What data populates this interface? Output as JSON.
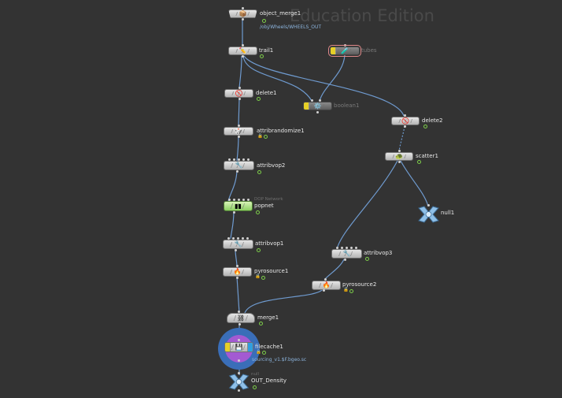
{
  "watermark": "Education Edition",
  "nodes": {
    "object_merge1": {
      "label": "object_merge1",
      "path": "/obj/Wheels/WHEELS_OUT"
    },
    "trail1": {
      "label": "trail1"
    },
    "tubes": {
      "label": "tubes"
    },
    "delete1": {
      "label": "delete1"
    },
    "boolean1": {
      "label": "boolean1"
    },
    "delete2": {
      "label": "delete2"
    },
    "attribrandomize1": {
      "label": "attribrandomize1"
    },
    "scatter1": {
      "label": "scatter1"
    },
    "attribvop2": {
      "label": "attribvop2"
    },
    "popnet": {
      "label": "popnet",
      "type_label": "DOP Network"
    },
    "null1": {
      "label": "null1"
    },
    "attribvop1": {
      "label": "attribvop1"
    },
    "attribvop3": {
      "label": "attribvop3"
    },
    "pyrosource1": {
      "label": "pyrosource1"
    },
    "pyrosource2": {
      "label": "pyrosource2"
    },
    "merge1": {
      "label": "merge1"
    },
    "filecache1": {
      "label": "filecache1",
      "path": "sourcing_v1.$F.bgeo.sc"
    },
    "out_density": {
      "label": "OUT_Density",
      "type_label": "null"
    }
  },
  "colors": {
    "background": "#333333",
    "wire": "#6f9bd0",
    "status_ring": "#7ecf4a",
    "display_flag": "#2f9fe0",
    "bypass_flag": "#e6d027",
    "dop_node": "#8ccf62",
    "filecache_outer": "#3a6eb8",
    "filecache_inner": "#a35ad2",
    "null_node": "#8fc0e8",
    "path_text": "#8cb4dd"
  },
  "icons": {
    "object_merge1": "object-merge-icon",
    "trail1": "trail-icon",
    "tubes": "tube-icon",
    "delete1": "delete-icon",
    "boolean1": "boolean-icon",
    "delete2": "delete-icon",
    "attribrandomize1": "dice-icon",
    "scatter1": "scatter-icon",
    "attribvop2": "vop-icon",
    "popnet": "dop-network-icon",
    "attribvop1": "vop-icon",
    "attribvop3": "vop-icon",
    "pyrosource1": "pyro-source-icon",
    "pyrosource2": "pyro-source-icon",
    "merge1": "merge-icon",
    "filecache1": "file-cache-icon",
    "null1": "null-icon",
    "out_density": "null-icon"
  }
}
